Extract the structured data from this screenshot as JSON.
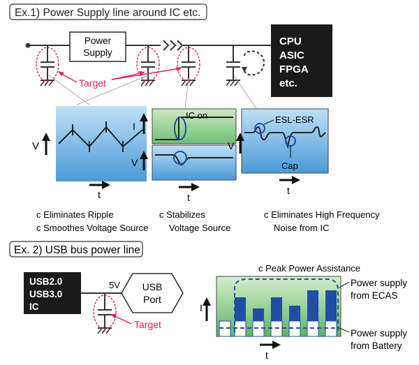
{
  "ex1": {
    "heading": "Ex.1) Power Supply line around IC etc.",
    "power_supply": [
      "Power",
      "Supply"
    ],
    "ic_block": [
      "CPU",
      "ASIC",
      "FPGA",
      "etc."
    ],
    "target": "Target",
    "graph1": {
      "y": "V",
      "x": "t"
    },
    "graph2": {
      "y_top": "I",
      "y_bottom": "V",
      "x": "t",
      "ic_on": "IC on"
    },
    "graph3": {
      "y": "V",
      "x": "t",
      "esl": "ESL-ESR",
      "cap": "Cap"
    },
    "bullets": [
      [
        "c Eliminates Ripple",
        "c Smoothes Voltage Source"
      ],
      [
        "c Stabilizes",
        "Voltage Source"
      ],
      [
        "c Eliminates High Frequency",
        "Noise from IC"
      ]
    ]
  },
  "ex2": {
    "heading": "Ex. 2) USB bus power line",
    "usb_block": [
      "USB2.0",
      "USB3.0",
      "IC"
    ],
    "voltage": "5V",
    "port": [
      "USB",
      "Port"
    ],
    "target": "Target",
    "peak": "c Peak Power Assistance",
    "graph": {
      "y": "I",
      "x": "t"
    },
    "ecas_label": [
      "Power supply",
      "from ECAS"
    ],
    "battery_label": [
      "Power supply",
      "from Battery"
    ]
  },
  "colors": {
    "target_red": "#e0205a",
    "graph_blue": "#4a9ad8",
    "graph_green": "#6cc070",
    "bar_blue": "#1f4ea3",
    "block_black": "#1a1a1a"
  }
}
